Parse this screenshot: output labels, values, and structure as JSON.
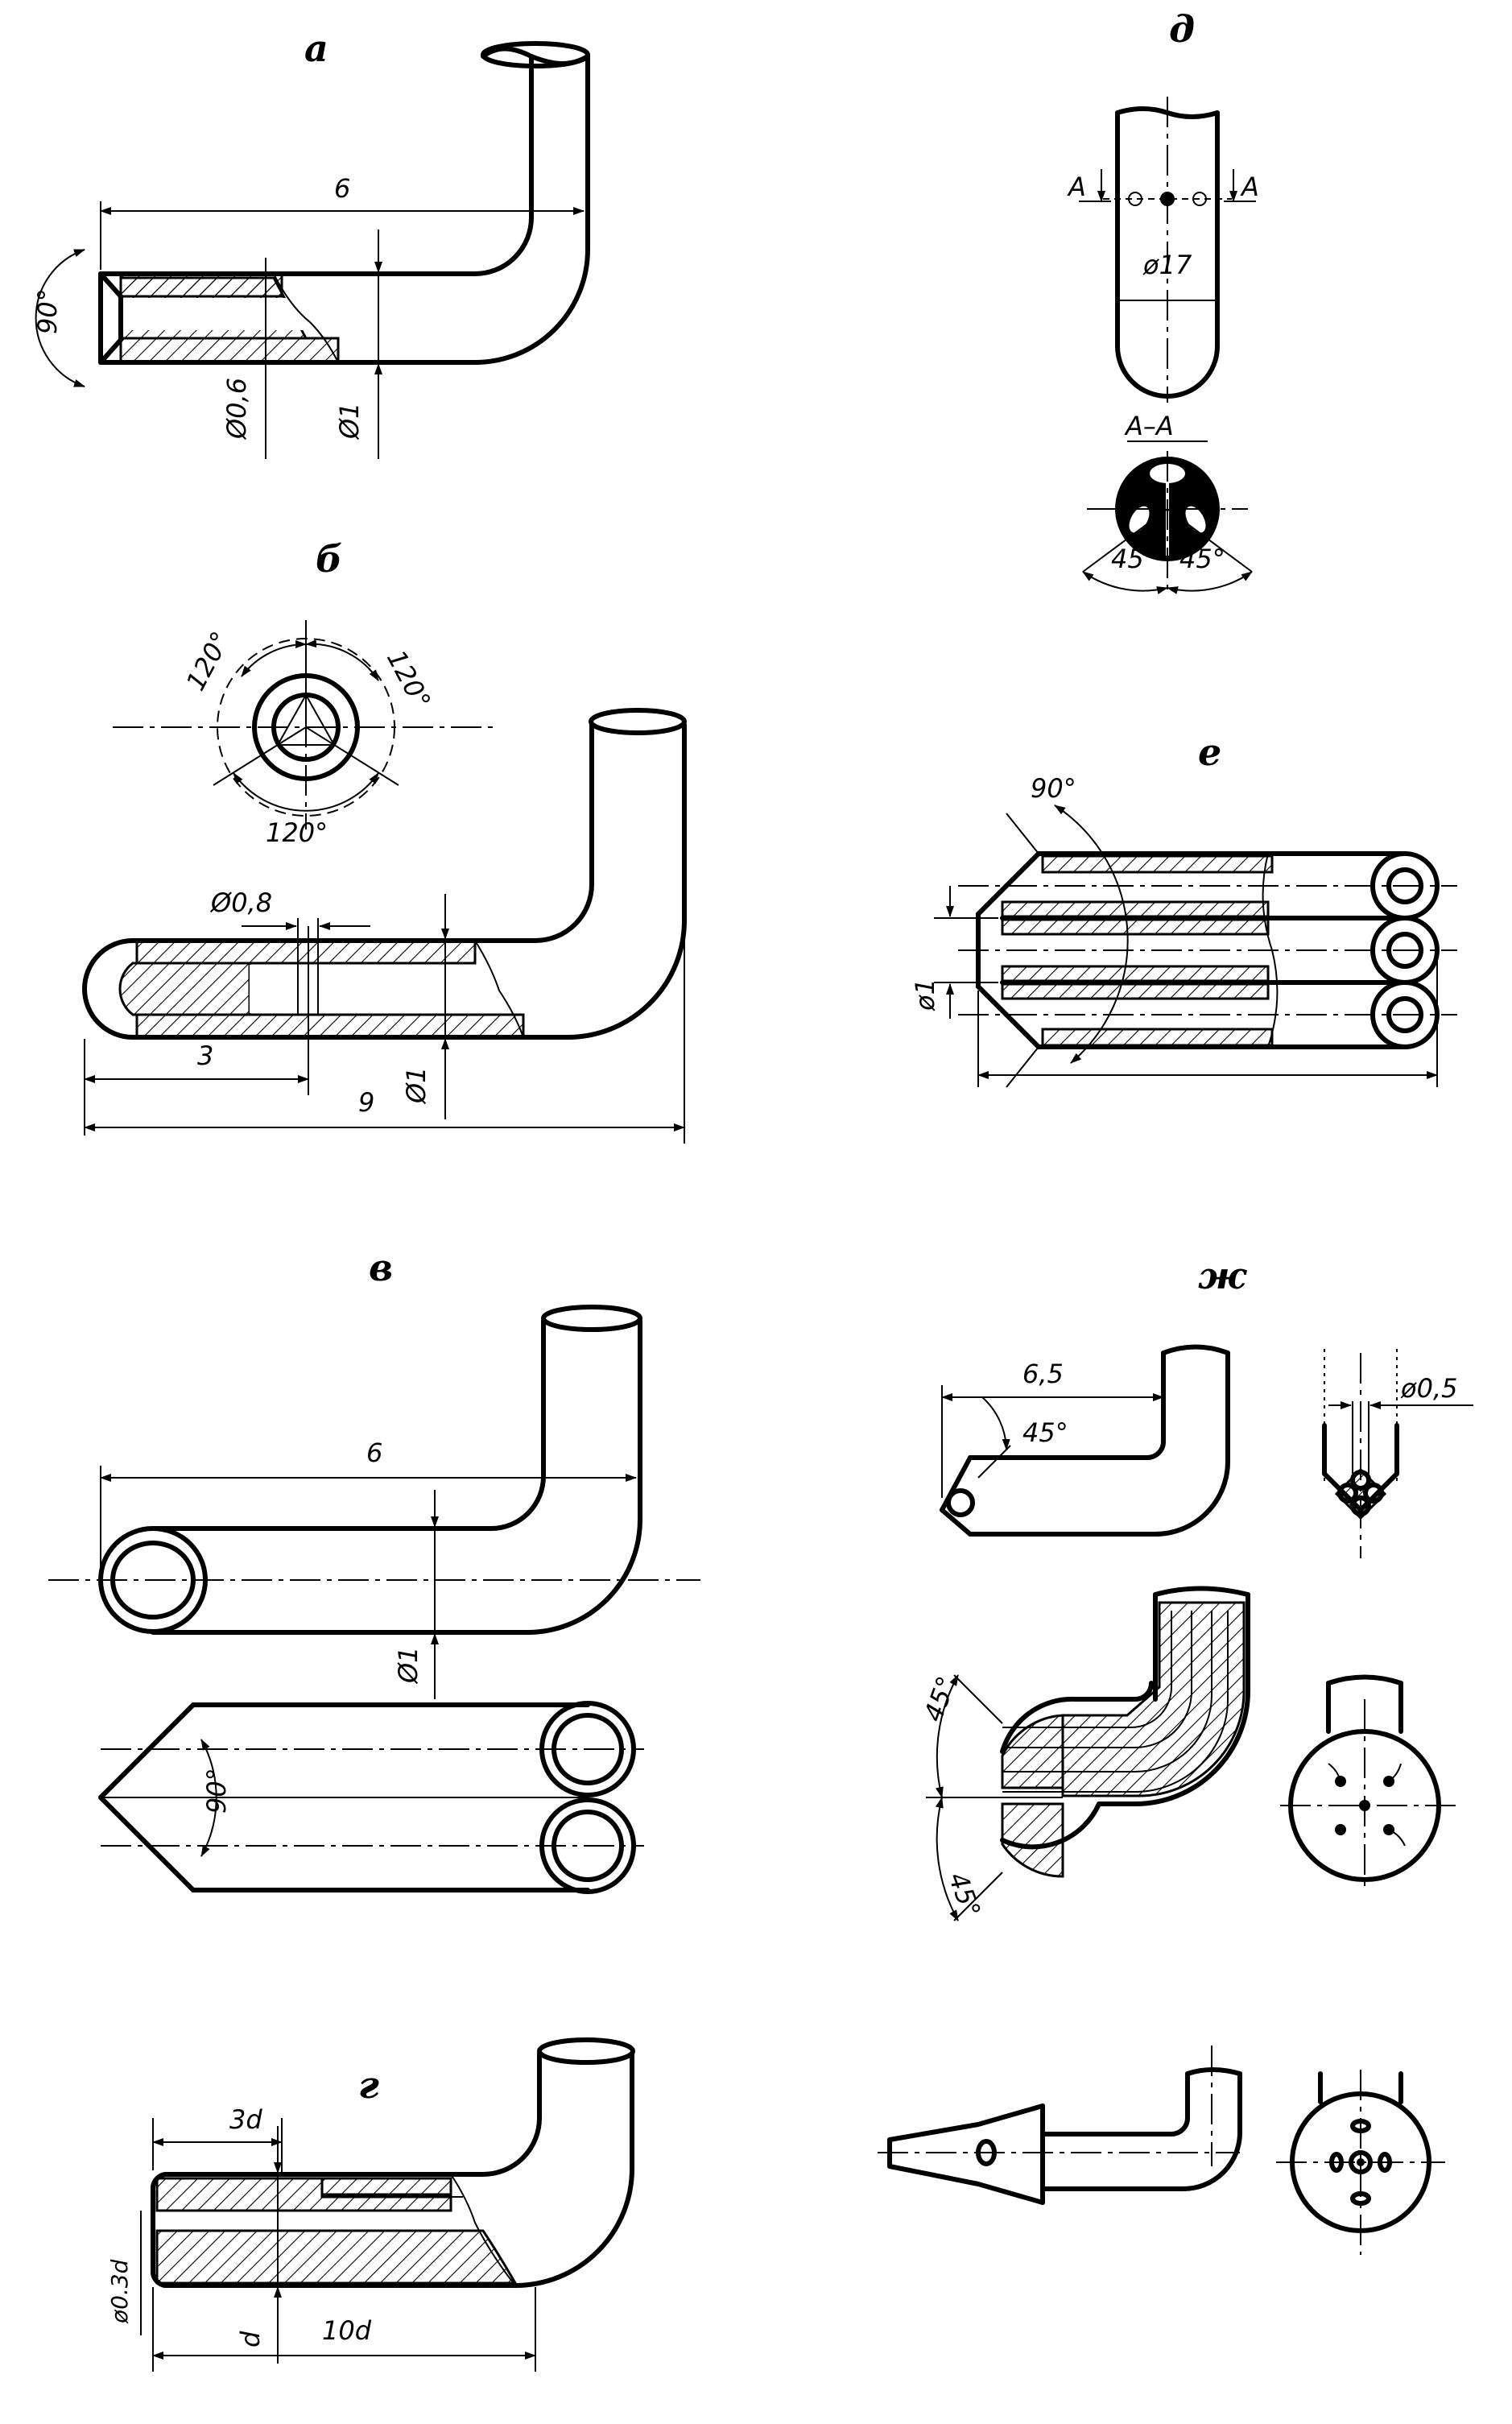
{
  "labels": {
    "a": "а",
    "b": "б",
    "v": "в",
    "g": "г",
    "d": "д",
    "e": "е",
    "zh": "ж"
  },
  "fig_a": {
    "len": "6",
    "angle": "90°",
    "hole": "Ø0,6",
    "dia": "Ø1"
  },
  "fig_b": {
    "ang1": "120°",
    "ang2": "120°",
    "ang3": "120°",
    "hole": "Ø0,8",
    "len_short": "3",
    "len_total": "9",
    "dia": "Ø1"
  },
  "fig_v": {
    "len": "6",
    "dia": "Ø1",
    "angle": "90°"
  },
  "fig_g": {
    "len_3d": "3d",
    "hole": "ø0.3d",
    "dia": "d",
    "len_10d": "10d"
  },
  "fig_d": {
    "sec_left": "A",
    "sec_right": "A",
    "dia": "ø17",
    "section": "А–А",
    "ang1": "45°",
    "ang2": "45°"
  },
  "fig_e": {
    "angle": "90°",
    "dia": "ø1"
  },
  "fig_zh": {
    "len": "6,5",
    "angle": "45°",
    "hole": "ø0,5",
    "ang_up": "45°",
    "ang_down": "45°"
  }
}
